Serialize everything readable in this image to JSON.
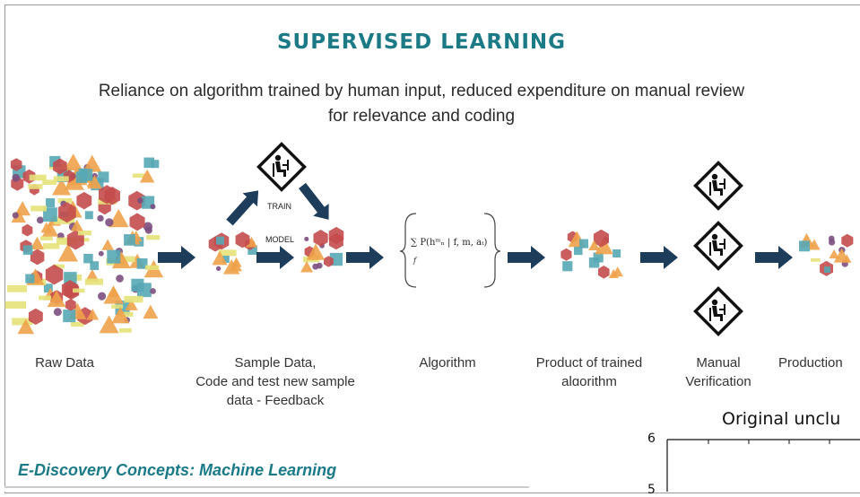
{
  "title": "SUPERVISED LEARNING",
  "subtitle_line1": "Reliance on algorithm trained by human input, reduced expenditure on manual review",
  "subtitle_line2": "for relevance and coding",
  "labels": {
    "train": "TRAIN",
    "model": "MODEL"
  },
  "stages": [
    {
      "line1": "Raw Data",
      "line2": "",
      "line3": ""
    },
    {
      "line1": "Sample Data,",
      "line2": "Code and test new sample",
      "line3": "data - Feedback"
    },
    {
      "line1": "Algorithm",
      "line2": "",
      "line3": ""
    },
    {
      "line1": "Product of trained",
      "line2": "algorithm",
      "line3": ""
    },
    {
      "line1": "Manual",
      "line2": "Verification",
      "line3": ""
    },
    {
      "line1": "Production",
      "line2": "",
      "line3": ""
    }
  ],
  "formula": "∑ P(hᵐₙ | f, m, aₜ)",
  "formula_index": "f",
  "footer": "E-Discovery Concepts: Machine Learning",
  "inset_chart": {
    "title": "Original unclu",
    "y_ticks": [
      "6",
      "5"
    ]
  },
  "colors": {
    "accent": "#1b7a86",
    "arrow": "#1d3d5a",
    "teal": "#56a9b5",
    "orange": "#f0a24a",
    "red": "#c44b4b",
    "yellow": "#e6e27a",
    "purple": "#7b4f7e"
  }
}
